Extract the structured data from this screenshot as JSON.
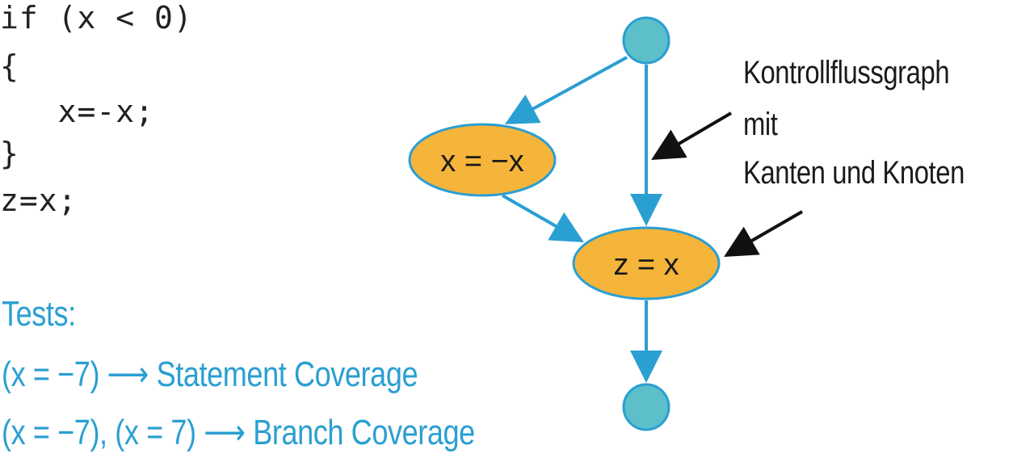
{
  "code": {
    "line1": "if (x < 0)",
    "line2": "{",
    "line3": "   x=-x;",
    "line4": "}",
    "line5": "z=x;"
  },
  "graph": {
    "node_negate": "x = −x",
    "node_assign": "z = x",
    "annotation_line1": "Kontrollflussgraph",
    "annotation_line2": "mit",
    "annotation_line3": "Kanten und Knoten"
  },
  "tests": {
    "heading": "Tests:",
    "statement": "(x = −7) ⟶ Statement Coverage",
    "branch": "(x = −7), (x = 7) ⟶ Branch Coverage"
  },
  "colors": {
    "edge": "#2a9fd2",
    "start_end_node": "#5cbfc9",
    "statement_node": "#f5b43a",
    "tests_text": "#2a9fd2"
  }
}
